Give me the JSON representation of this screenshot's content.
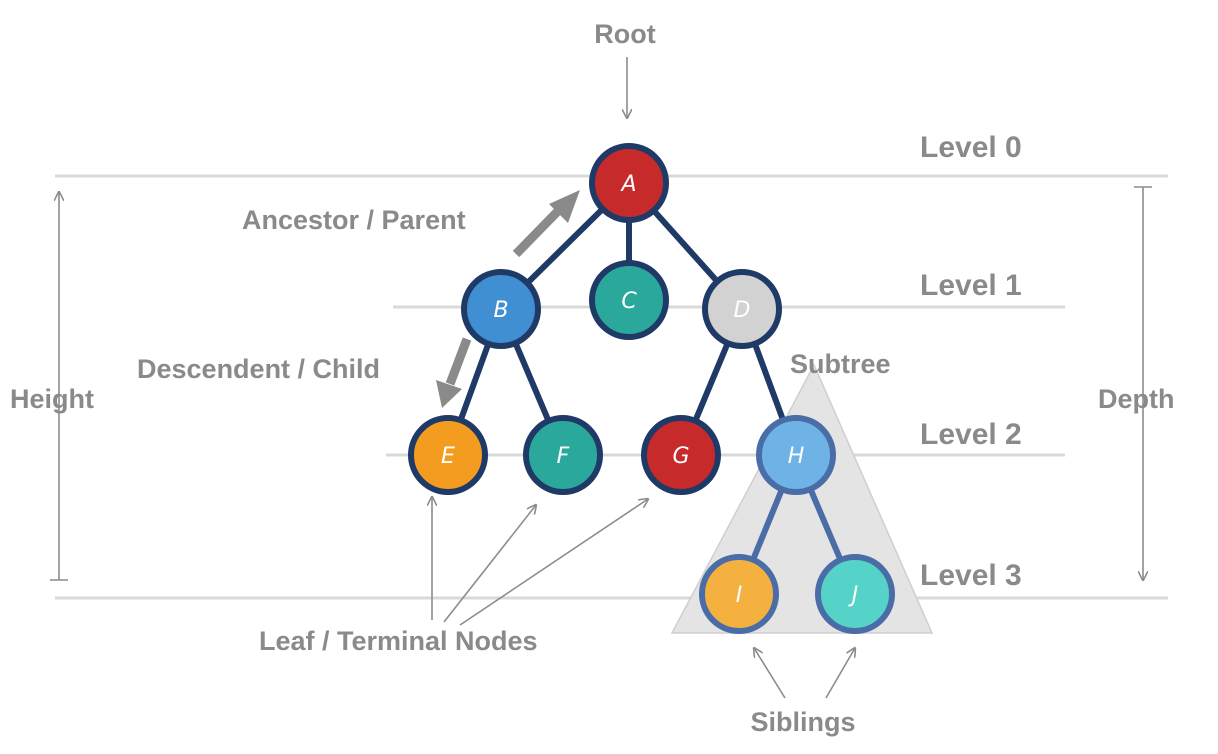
{
  "labels": {
    "root": "Root",
    "level0": "Level 0",
    "level1": "Level 1",
    "level2": "Level 2",
    "level3": "Level 3",
    "ancestor": "Ancestor / Parent",
    "descendent": "Descendent / Child",
    "height": "Height",
    "depth": "Depth",
    "subtree": "Subtree",
    "leaf": "Leaf / Terminal Nodes",
    "siblings": "Siblings"
  },
  "nodes": {
    "A": {
      "label": "A",
      "color": "#c62a2a"
    },
    "B": {
      "label": "B",
      "color": "#3f8fd2"
    },
    "C": {
      "label": "C",
      "color": "#2ba89c"
    },
    "D": {
      "label": "D",
      "color": "#d2d2d2"
    },
    "E": {
      "label": "E",
      "color": "#f39c1f"
    },
    "F": {
      "label": "F",
      "color": "#2ba89c"
    },
    "G": {
      "label": "G",
      "color": "#c62a2a"
    },
    "H": {
      "label": "H",
      "color": "#6fb3e6"
    },
    "I": {
      "label": "I",
      "color": "#f5b140"
    },
    "J": {
      "label": "J",
      "color": "#56d3c9"
    }
  },
  "colors": {
    "node_outline": "#1f3a66",
    "edge": "#1f3a66",
    "subtree_edge": "#4a6da7",
    "subtree_fill": "#e4e4e4",
    "label_gray": "#8a8a8a"
  }
}
